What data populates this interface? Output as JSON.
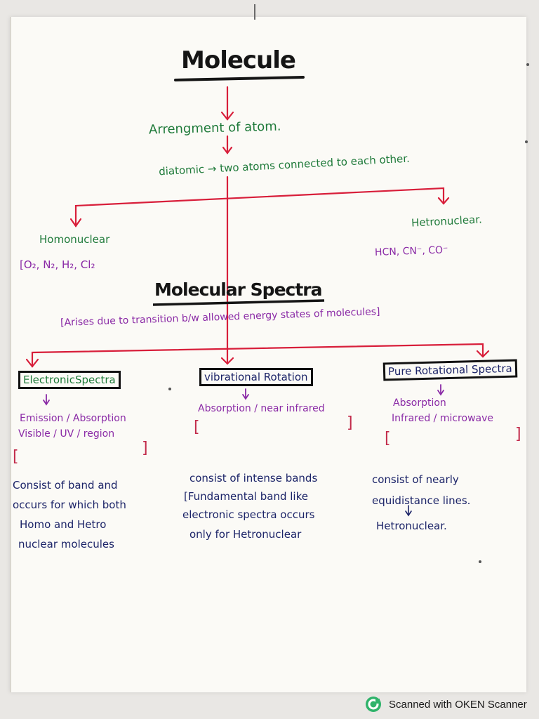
{
  "title": "Molecule",
  "arrangement": "Arrengment of atom.",
  "diatomic": "diatomic → two atoms connected to each other.",
  "homonuclear": {
    "label": "Homonuclear",
    "examples": "[O₂, N₂, H₂, Cl₂"
  },
  "heteronuclear": {
    "label": "Hetronuclear.",
    "examples": "HCN, CN⁻, CO⁻"
  },
  "molecular_spectra": {
    "title": "Molecular Spectra",
    "note": "[Arises due to transition b/w allowed energy states of molecules]"
  },
  "branches": [
    {
      "box": "ElectronicSpectra",
      "region": [
        "Emission / Absorption",
        "Visible / UV / region"
      ],
      "notes": [
        "Consist of band and",
        "occurs for which both",
        "Homo and Hetro",
        "nuclear molecules"
      ]
    },
    {
      "box": "vibrational Rotation",
      "region": [
        "Absorption / near infrared"
      ],
      "notes": [
        "consist of intense bands",
        "[Fundamental band like",
        "electronic spectra occurs",
        "only for Hetronuclear"
      ]
    },
    {
      "box": "Pure Rotational Spectra",
      "region": [
        "Absorption",
        "Infrared / microwave"
      ],
      "notes": [
        "consist of nearly",
        "equidistance lines.",
        "Hetronuclear."
      ]
    }
  ],
  "footer": "Scanned with OKEN Scanner"
}
